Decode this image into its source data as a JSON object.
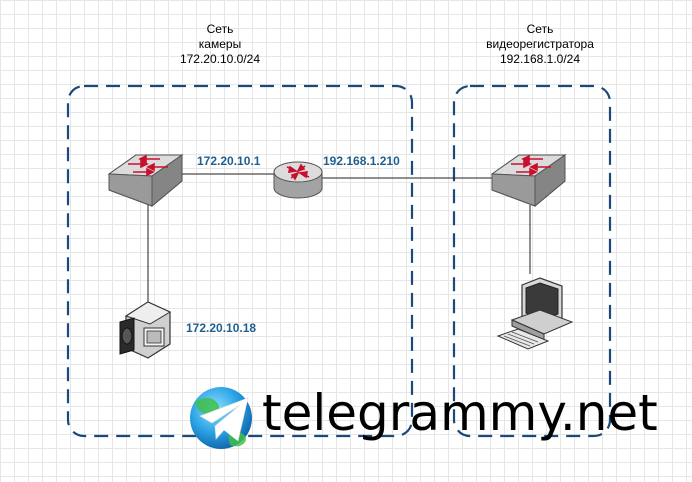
{
  "network_camera": {
    "title": "Сеть",
    "subtitle": "камеры",
    "subnet": "172.20.10.0/24"
  },
  "network_dvr": {
    "title": "Сеть",
    "subtitle": "видеорегистратора",
    "subnet": "192.168.1.0/24"
  },
  "addresses": {
    "router_camera_side": "172.20.10.1",
    "router_dvr_side": "192.168.1.210",
    "camera": "172.20.10.18"
  },
  "watermark": {
    "text": "telegrammy.net"
  },
  "colors": {
    "zone_border": "#1a4a7a",
    "address_text": "#1f5f8f",
    "device": "#9a9a9a"
  }
}
